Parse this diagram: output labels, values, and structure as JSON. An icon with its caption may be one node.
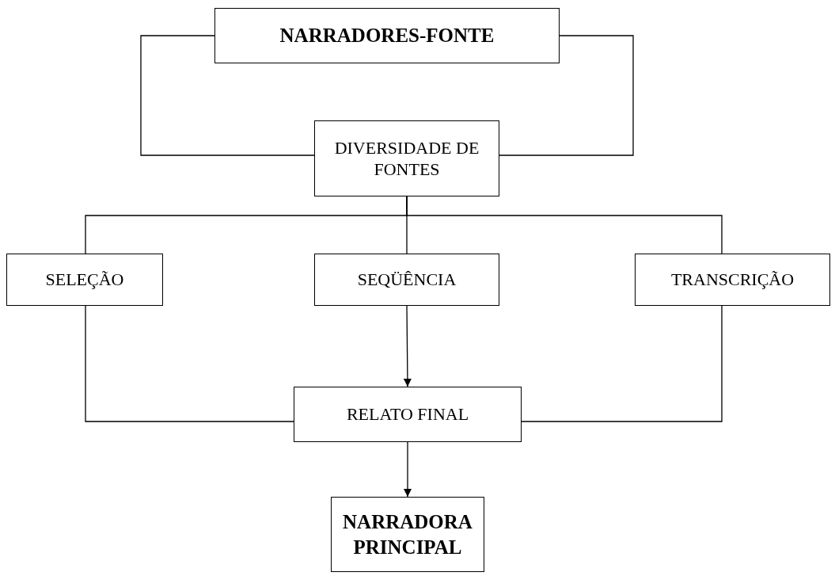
{
  "diagram": {
    "nodes": [
      {
        "text": [
          "NARRADORES-FONTE"
        ]
      },
      {
        "text": [
          "DIVERSIDADE DE FONTES"
        ]
      },
      {
        "text": [
          "SELEÇÃO"
        ]
      },
      {
        "text": [
          "SEQÜÊNCIA"
        ]
      },
      {
        "text": [
          "TRANSCRIÇÃO"
        ]
      },
      {
        "text": [
          "RELATO FINAL"
        ]
      },
      {
        "text": [
          "NARRADORA PRINCIPAL"
        ]
      }
    ],
    "edges": [
      {
        "from": 0,
        "to": 1,
        "arrow": "none"
      },
      {
        "from": 0,
        "to": 1,
        "arrow": "none"
      },
      {
        "from": 1,
        "to": 2,
        "arrow": "none"
      },
      {
        "from": 1,
        "to": 3,
        "arrow": "none"
      },
      {
        "from": 1,
        "to": 4,
        "arrow": "none"
      },
      {
        "from": 3,
        "to": 5,
        "arrow": "to"
      },
      {
        "from": 2,
        "to": 5,
        "arrow": "none"
      },
      {
        "from": 4,
        "to": 5,
        "arrow": "none"
      },
      {
        "from": 5,
        "to": 6,
        "arrow": "to"
      }
    ]
  }
}
